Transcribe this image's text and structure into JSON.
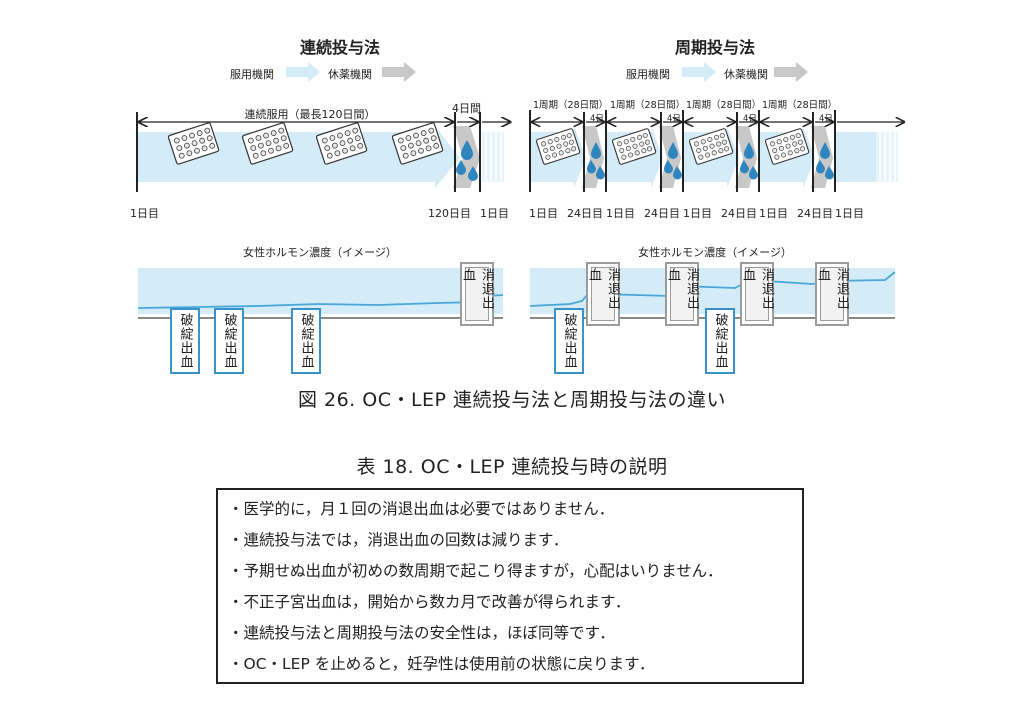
{
  "left_panel": {
    "title": "連続投与法",
    "legend_on": "服用機関",
    "legend_off": "休薬機関",
    "period_label": "連続服用（最長120日間）",
    "break_label": "4日間",
    "day_start": "1日目",
    "day_end": "120日目",
    "day_next": "1日目",
    "hormone_label": "女性ホルモン濃度（イメージ）",
    "breakthrough_label": "破綻出血",
    "withdrawal_label": "消退出血"
  },
  "right_panel": {
    "title": "周期投与法",
    "legend_on": "服用機関",
    "legend_off": "休薬機関",
    "cycle_label": "1周期（28日間）",
    "break_label": "4日",
    "day_1": "1日目",
    "day_24": "24日目",
    "hormone_label": "女性ホルモン濃度（イメージ）",
    "breakthrough_label": "破綻出血",
    "withdrawal_label": "消退出血"
  },
  "figure_caption": "図 26.  OC・LEP 連続投与法と周期投与法の違い",
  "table_title": "表 18.  OC・LEP 連続投与時の説明",
  "notes": [
    "・医学的に，月１回の消退出血は必要ではありません．",
    "・連続投与法では，消退出血の回数は減ります．",
    "・予期せぬ出血が初めの数周期で起こり得ますが，心配はいりません．",
    "・不正子宮出血は，開始から数カ月で改善が得られます．",
    "・連続投与法と周期投与法の安全性は，ほぼ同等です．",
    "・OC・LEP を止めると，妊孕性は使用前の状態に戻ります．"
  ],
  "colors": {
    "on_period": "#d4ebf8",
    "off_period": "#c8c8c8",
    "drop": "#2f86bf",
    "hormone_line": "#47a7d8",
    "breakthrough_border": "#3a93c8",
    "withdrawal_border": "#9b9b9b"
  },
  "icons": [
    "pill-pack-icon",
    "blood-drop-icon",
    "arrow-icon"
  ]
}
